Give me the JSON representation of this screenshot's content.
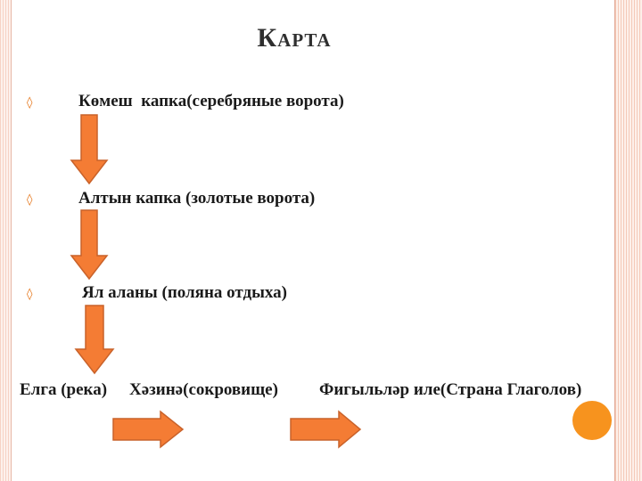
{
  "title": "Карта",
  "stations": [
    "Көмеш  капка(серебряные ворота)",
    "Алтын капка (золотые ворота)",
    "Ял аланы (поляна отдыха)"
  ],
  "bottom_row": {
    "river": "Елга (река)",
    "treasure": "Хәзинә(сокровище)",
    "verbs_land": "Фигыльләр иле(Страна Глаголов)"
  },
  "colors": {
    "arrow_fill": "#f47c34",
    "arrow_stroke": "#c9622a",
    "bullet": "#e36c0a",
    "corner_circle": "#f7931e"
  },
  "icons": {
    "bullet": "bullet-icon",
    "down_arrow": "arrow-down-icon",
    "right_arrow": "arrow-right-icon"
  }
}
